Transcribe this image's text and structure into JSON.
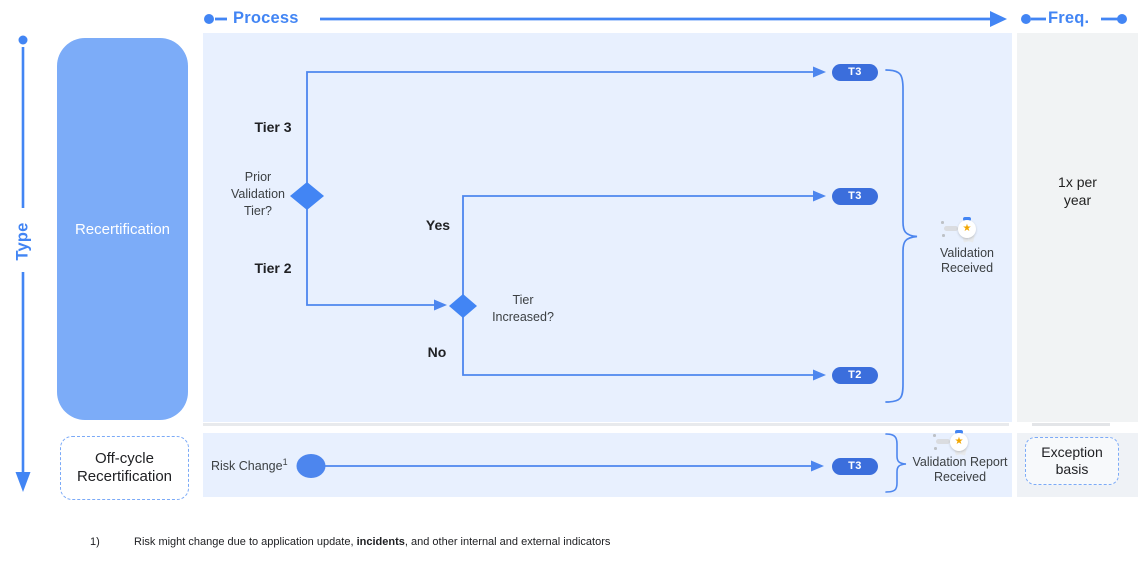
{
  "colors": {
    "accent_blue": "#4285F4",
    "line_blue": "#4D86EE",
    "pill_blue": "#3B6EDC",
    "box_blue": "#7CACF8",
    "panel_blue": "#E8F0FE",
    "panel_gray": "#F1F3F4",
    "star_yellow": "#F2A600"
  },
  "axes": {
    "process": "Process",
    "freq": "Freq.",
    "type": "Type"
  },
  "type_rows": {
    "recertification": "Recertification",
    "off_cycle": "Off-cycle\nRecertification"
  },
  "flow": {
    "tier3": "Tier 3",
    "tier2": "Tier 2",
    "prior_question": "Prior\nValidation\nTier?",
    "yes": "Yes",
    "no": "No",
    "increased_question": "Tier\nIncreased?",
    "pill_top": "T3",
    "pill_yes": "T3",
    "pill_no": "T2",
    "validation_received": "Validation\nReceived",
    "award_icon_glyph": "★"
  },
  "off_cycle_flow": {
    "risk_change": "Risk Change",
    "risk_change_sup": "1",
    "pill": "T3",
    "validation_report_received": "Validation Report\nReceived"
  },
  "freq_column": {
    "annual": "1x per\nyear",
    "exception": "Exception\nbasis"
  },
  "footnote": {
    "num": "1)",
    "before": "Risk might change due to application update, ",
    "bold": "incidents",
    "after": ", and other internal and external indicators"
  }
}
